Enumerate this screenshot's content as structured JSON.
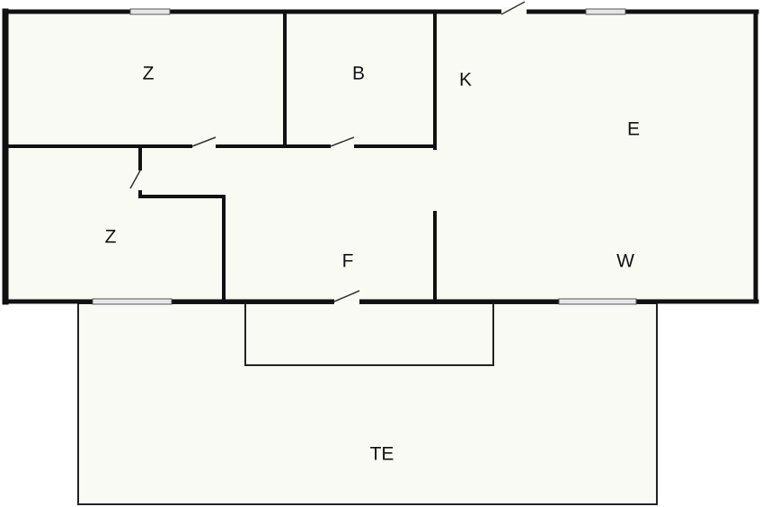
{
  "rooms": [
    {
      "id": "z1",
      "label": "Z"
    },
    {
      "id": "b",
      "label": "B"
    },
    {
      "id": "k",
      "label": "K"
    },
    {
      "id": "e",
      "label": "E"
    },
    {
      "id": "z2",
      "label": "Z"
    },
    {
      "id": "f",
      "label": "F"
    },
    {
      "id": "w",
      "label": "W"
    },
    {
      "id": "te",
      "label": "TE"
    }
  ],
  "colors": {
    "floor": "#fafaf5",
    "wall": "#111111",
    "window": "#e6e6e6",
    "outline": "#222222"
  }
}
